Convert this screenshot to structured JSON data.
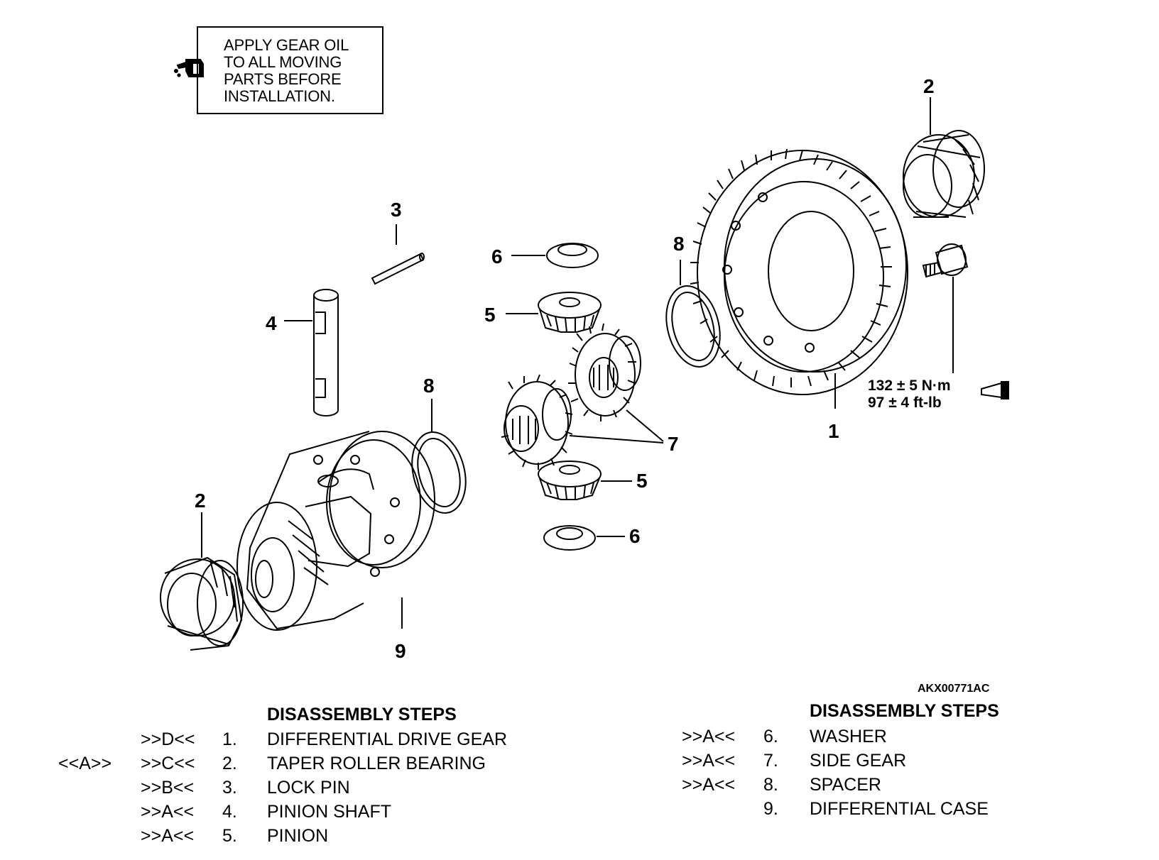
{
  "note": {
    "lines": [
      "APPLY GEAR OIL",
      "TO ALL MOVING",
      "PARTS BEFORE",
      "INSTALLATION."
    ],
    "icon": "oil-can-icon"
  },
  "callouts": {
    "c1": "1",
    "c2_top": "2",
    "c2_bottom": "2",
    "c3": "3",
    "c4": "4",
    "c5_top": "5",
    "c5_bottom": "5",
    "c6_top": "6",
    "c6_bottom": "6",
    "c7": "7",
    "c8_left": "8",
    "c8_right": "8",
    "c9": "9"
  },
  "torque": {
    "metric": "132 ± 5 N·m",
    "imperial": "97 ± 4 ft-lb",
    "icon": "sealant-tube-icon"
  },
  "figure_code": "AKX00771AC",
  "steps_left": {
    "heading": "DISASSEMBLY STEPS",
    "rows": [
      {
        "pre": "",
        "mark": ">>D<<",
        "num": "1.",
        "name": "DIFFERENTIAL DRIVE GEAR"
      },
      {
        "pre": "<<A>>",
        "mark": ">>C<<",
        "num": "2.",
        "name": "TAPER ROLLER BEARING"
      },
      {
        "pre": "",
        "mark": ">>B<<",
        "num": "3.",
        "name": "LOCK PIN"
      },
      {
        "pre": "",
        "mark": ">>A<<",
        "num": "4.",
        "name": "PINION SHAFT"
      },
      {
        "pre": "",
        "mark": ">>A<<",
        "num": "5.",
        "name": "PINION"
      }
    ]
  },
  "steps_right": {
    "heading": "DISASSEMBLY STEPS",
    "rows": [
      {
        "mark": ">>A<<",
        "num": "6.",
        "name": "WASHER"
      },
      {
        "mark": ">>A<<",
        "num": "7.",
        "name": "SIDE GEAR"
      },
      {
        "mark": ">>A<<",
        "num": "8.",
        "name": "SPACER"
      },
      {
        "mark": "",
        "num": "9.",
        "name": "DIFFERENTIAL CASE"
      }
    ]
  }
}
